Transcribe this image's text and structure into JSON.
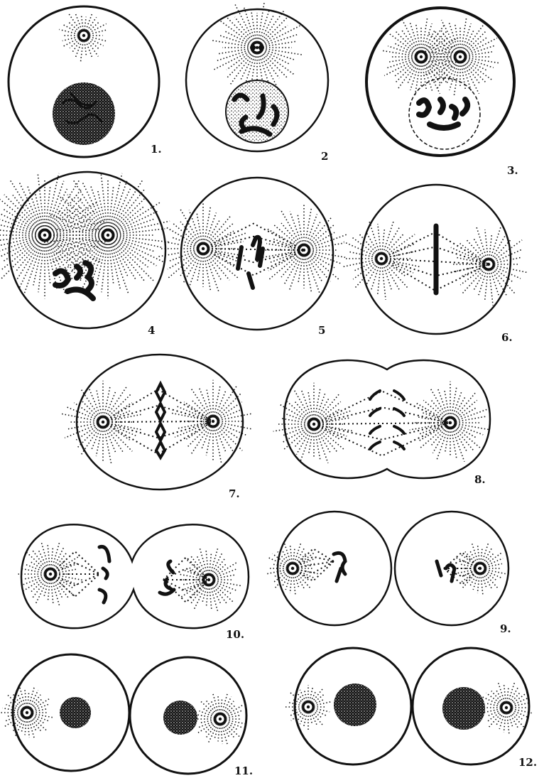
{
  "ink_color": "#111111",
  "paper_color": "#ffffff",
  "figures": [
    {
      "id": "fig-1",
      "label": "1."
    },
    {
      "id": "fig-2",
      "label": "2"
    },
    {
      "id": "fig-3",
      "label": "3."
    },
    {
      "id": "fig-4",
      "label": "4"
    },
    {
      "id": "fig-5",
      "label": "5"
    },
    {
      "id": "fig-6",
      "label": "6."
    },
    {
      "id": "fig-7",
      "label": "7."
    },
    {
      "id": "fig-8",
      "label": "8."
    },
    {
      "id": "fig-9",
      "label": "9."
    },
    {
      "id": "fig-10",
      "label": "10."
    },
    {
      "id": "fig-11",
      "label": "11."
    },
    {
      "id": "fig-12",
      "label": "12."
    }
  ]
}
